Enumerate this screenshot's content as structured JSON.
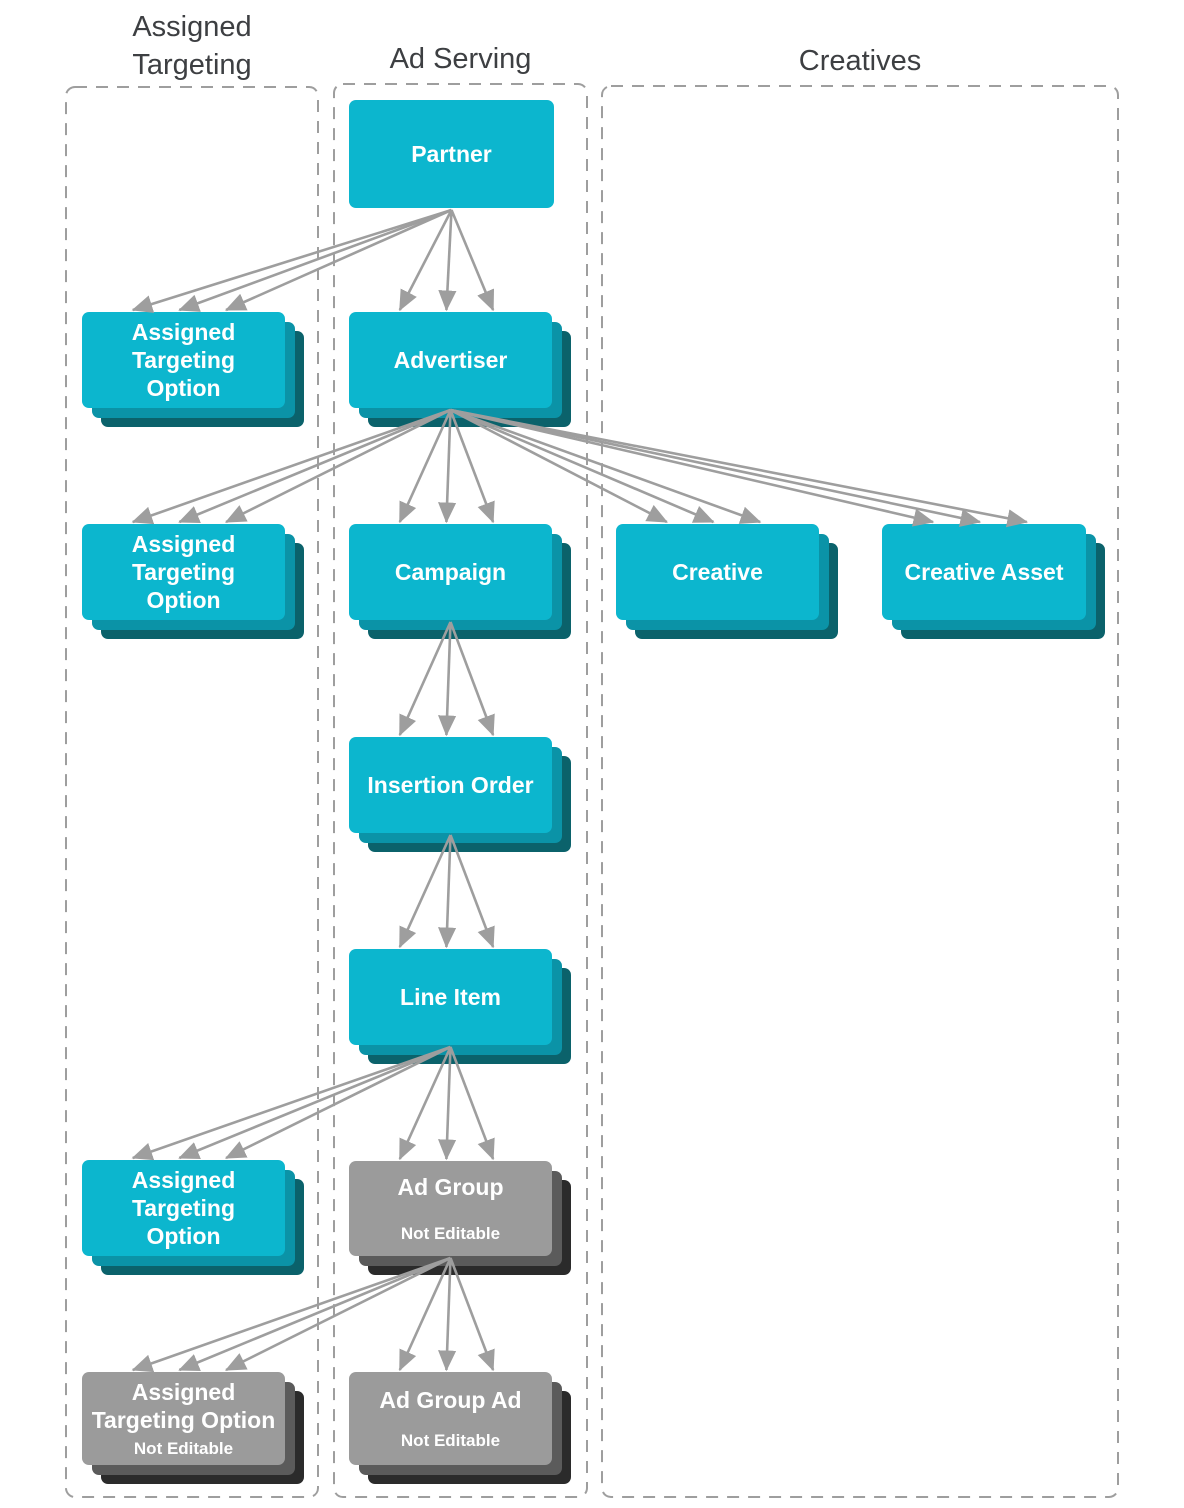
{
  "columns": [
    {
      "id": "assigned-targeting",
      "label": "Assigned Targeting"
    },
    {
      "id": "ad-serving",
      "label": "Ad Serving"
    },
    {
      "id": "creatives",
      "label": "Creatives"
    }
  ],
  "nodes": [
    {
      "id": "partner",
      "label": "Partner",
      "column": "ad-serving",
      "stacked": false,
      "editable": true
    },
    {
      "id": "ato-1",
      "label": "Assigned Targeting Option",
      "column": "assigned-targeting",
      "stacked": true,
      "editable": true
    },
    {
      "id": "advertiser",
      "label": "Advertiser",
      "column": "ad-serving",
      "stacked": true,
      "editable": true
    },
    {
      "id": "ato-2",
      "label": "Assigned Targeting Option",
      "column": "assigned-targeting",
      "stacked": true,
      "editable": true
    },
    {
      "id": "campaign",
      "label": "Campaign",
      "column": "ad-serving",
      "stacked": true,
      "editable": true
    },
    {
      "id": "creative",
      "label": "Creative",
      "column": "creatives",
      "stacked": true,
      "editable": true
    },
    {
      "id": "creative-asset",
      "label": "Creative Asset",
      "column": "creatives",
      "stacked": true,
      "editable": true
    },
    {
      "id": "insertion-order",
      "label": "Insertion Order",
      "column": "ad-serving",
      "stacked": true,
      "editable": true
    },
    {
      "id": "line-item",
      "label": "Line Item",
      "column": "ad-serving",
      "stacked": true,
      "editable": true
    },
    {
      "id": "ato-3",
      "label": "Assigned Targeting Option",
      "column": "assigned-targeting",
      "stacked": true,
      "editable": true
    },
    {
      "id": "ad-group",
      "label": "Ad Group",
      "sublabel": "Not Editable",
      "column": "ad-serving",
      "stacked": true,
      "editable": false
    },
    {
      "id": "ato-not-editable",
      "label": "Assigned Targeting Option",
      "sublabel": "Not Editable",
      "column": "assigned-targeting",
      "stacked": true,
      "editable": false
    },
    {
      "id": "ad-group-ad",
      "label": "Ad Group Ad",
      "sublabel": "Not Editable",
      "column": "ad-serving",
      "stacked": true,
      "editable": false
    }
  ],
  "edges": [
    {
      "from": "partner",
      "to": "ato-1"
    },
    {
      "from": "partner",
      "to": "advertiser"
    },
    {
      "from": "advertiser",
      "to": "ato-2"
    },
    {
      "from": "advertiser",
      "to": "campaign"
    },
    {
      "from": "advertiser",
      "to": "creative"
    },
    {
      "from": "advertiser",
      "to": "creative-asset"
    },
    {
      "from": "campaign",
      "to": "insertion-order"
    },
    {
      "from": "insertion-order",
      "to": "line-item"
    },
    {
      "from": "line-item",
      "to": "ato-3"
    },
    {
      "from": "line-item",
      "to": "ad-group"
    },
    {
      "from": "ad-group",
      "to": "ato-not-editable"
    },
    {
      "from": "ad-group",
      "to": "ad-group-ad"
    }
  ],
  "edge_style": {
    "arrows_per_edge": 3,
    "meaning": "one-to-many"
  },
  "colors": {
    "node_cyan": "#0cb6ce",
    "node_cyan_layer2": "#0b93a7",
    "node_cyan_layer3": "#0b626b",
    "node_gray": "#9b9b9b",
    "node_gray_layer2": "#5b5b5b",
    "node_gray_layer3": "#2b2b2b",
    "arrow": "#9e9e9e",
    "column_border": "#9e9e9e",
    "header_text": "#3d3f42",
    "node_text": "#ffffff"
  }
}
